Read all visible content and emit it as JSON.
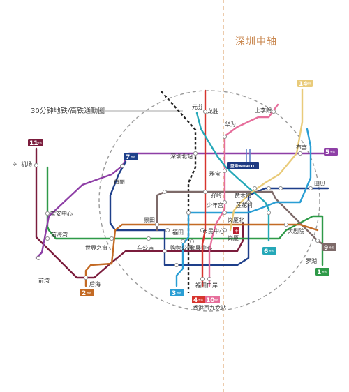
{
  "title": "深圳中轴",
  "circle_label": "30分钟地铁/高铁通勤圈",
  "development_marker": "望海WORLD",
  "line_badges": [
    {
      "num": "11",
      "text": "号线",
      "color": "#7b1c3c"
    },
    {
      "num": "7",
      "text": "号线",
      "color": "#1e3f8a"
    },
    {
      "num": "14",
      "text": "号线",
      "color": "#e9cb7a"
    },
    {
      "num": "5",
      "text": "号线",
      "color": "#8e3fa6"
    },
    {
      "num": "9",
      "text": "号线",
      "color": "#7d6a69"
    },
    {
      "num": "1",
      "text": "号线",
      "color": "#2e9a48"
    },
    {
      "num": "6",
      "text": "号线",
      "color": "#25a8b8"
    },
    {
      "num": "2",
      "text": "号线",
      "color": "#c36a24"
    },
    {
      "num": "3",
      "text": "号线",
      "color": "#2a9ed4"
    },
    {
      "num": "4",
      "text": "号线",
      "color": "#d7342d"
    },
    {
      "num": "10",
      "text": "号线",
      "color": "#e66e9b"
    }
  ],
  "stations": {
    "airport": "机场",
    "baoan_center": "宝安中心",
    "qianhaiwan": "前海湾",
    "qianwan": "前湾",
    "houhai": "后海",
    "shijiezhichuang": "世界之窗",
    "chegongmiao": "车公庙",
    "jingtian": "景田",
    "futian": "福田",
    "gouwugongyuan": "购物公园",
    "huizhanzhongxin": "会展中心",
    "shiminzhongxin": "市民中心",
    "gangxia": "岗厦",
    "gangxiabei": "岗厦北",
    "futiankouan": "福田口岸",
    "hk_west_kowloon": "香港西九龙站",
    "xili": "西丽",
    "shenzhenbei": "深圳北站",
    "yuanfen": "元芬",
    "longsheng": "龙胜",
    "huawei": "华为",
    "shanglilang": "上李朗",
    "yabao": "雅宝",
    "banxue": "孖岭",
    "huangmugang": "黄木岗",
    "shaoniangong": "少年宫",
    "lianhuacun": "莲花村",
    "buji": "布吉",
    "tianbei": "田贝",
    "dajuyuan": "大剧院",
    "luohu": "罗湖"
  },
  "colors": {
    "axis": "#e0a874",
    "circle": "#999999",
    "rail": "#222222"
  }
}
